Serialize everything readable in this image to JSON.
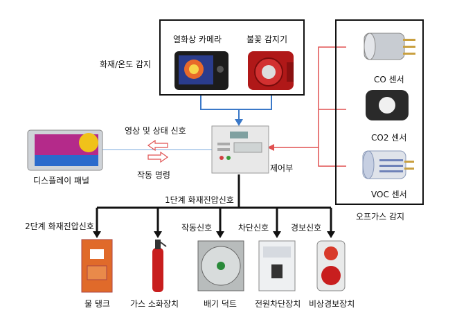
{
  "groups": {
    "fire_temp": "화재/온도 감지",
    "offgas": "오프가스 감지"
  },
  "sensors": {
    "thermal_camera": "열화상 카메라",
    "flame_detector": "불꽃 감지기",
    "co": "CO 센서",
    "co2": "CO2 센서",
    "voc": "VOC 센서"
  },
  "controller": {
    "label": "제어부"
  },
  "display": {
    "label": "디스플레이 패널",
    "signal_video": "영상 및 상태 신호",
    "signal_command": "작동 명령"
  },
  "signals": {
    "stage1": "1단계 화재진압신호",
    "stage2": "2단계 화재진압신호",
    "operate": "작동신호",
    "cutoff": "차단신호",
    "alarm": "경보신호"
  },
  "outputs": {
    "water_tank": "물 탱크",
    "gas_extinguisher": "가스 소화장치",
    "exhaust_duct": "배기 덕트",
    "power_cutoff": "전원차단장치",
    "emergency_alarm": "비상경보장치"
  },
  "colors": {
    "blue_link": "#3a78c8",
    "red_link": "#e05050",
    "black_line": "#111111"
  }
}
